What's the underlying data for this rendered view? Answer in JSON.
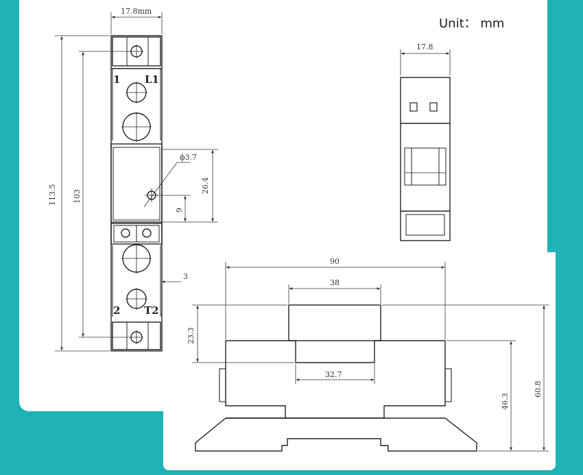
{
  "unit_label": "Unit： mm",
  "front_view": {
    "width_label": "17.8mm",
    "overall_height_label": "113.5",
    "inner_height_label": "103",
    "hole_label": "ϕ3.7",
    "hole_height_label": "26.4",
    "hole_offset_label": "9",
    "tab_label": "3",
    "terminal_labels": [
      "1",
      "L1",
      "2",
      "T2"
    ]
  },
  "side_view": {
    "width_label": "17.8"
  },
  "bottom_view": {
    "overall_width_label": "90",
    "top_width_label": "38",
    "inner_width_label": "32.7",
    "step_height_label": "23.3",
    "body_height_label": "46.3",
    "overall_height_label": "60.8"
  },
  "colors": {
    "background": "#1fb2b7",
    "card": "#ffffff",
    "line": "#222222"
  }
}
